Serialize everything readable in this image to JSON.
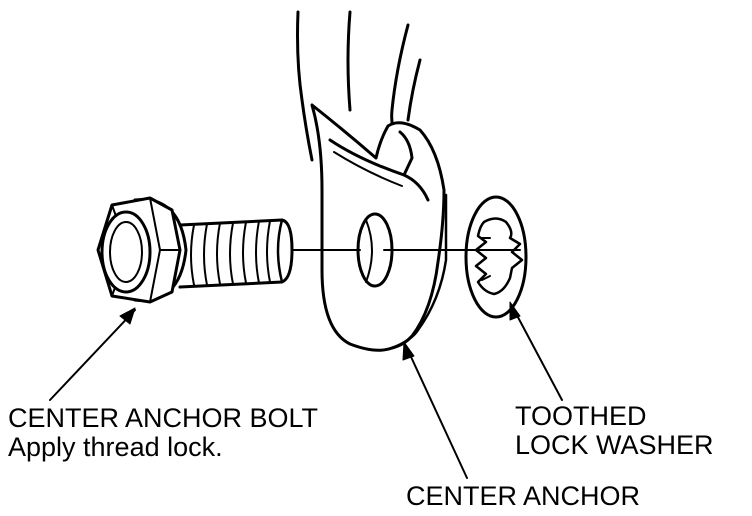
{
  "labels": {
    "bolt": {
      "line1": "CENTER ANCHOR BOLT",
      "line2": "Apply thread lock."
    },
    "washer": {
      "line1": "TOOTHED",
      "line2": "LOCK WASHER"
    },
    "anchor": {
      "line1": "CENTER ANCHOR"
    }
  },
  "colors": {
    "ink": "#000000",
    "paper": "#ffffff"
  }
}
